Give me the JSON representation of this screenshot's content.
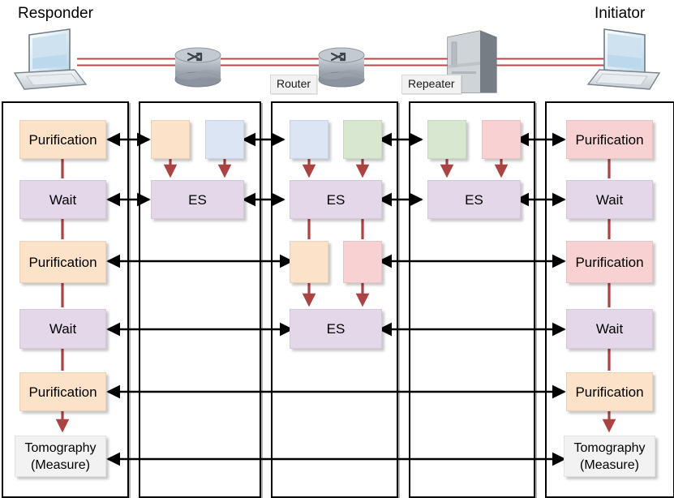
{
  "header": {
    "left_label": "Responder",
    "right_label": "Initiator",
    "node_labels": [
      {
        "name": "router-label",
        "text": "Router"
      },
      {
        "name": "repeater-label",
        "text": "Repeater"
      }
    ],
    "devices": [
      "laptop",
      "router",
      "router",
      "repeater",
      "laptop"
    ]
  },
  "colors": {
    "peach": "#fbe2c8",
    "blue": "#dbe5f4",
    "green": "#d8e8d0",
    "pink": "#f8d2d2",
    "purple": "#e4d7e9",
    "grey": "#f2f2f2",
    "vertical_arrow": "#a94442",
    "horizontal_arrow": "#000000",
    "lane_border": "#000000"
  },
  "lanes": [
    {
      "id": "responder",
      "title": "Responder"
    },
    {
      "id": "router-1",
      "title": "Router"
    },
    {
      "id": "router-2",
      "title": "Router"
    },
    {
      "id": "repeater",
      "title": "Repeater"
    },
    {
      "id": "initiator",
      "title": "Initiator"
    }
  ],
  "nodes": {
    "responder": [
      {
        "name": "purification-1",
        "label": "Purification",
        "color": "peach"
      },
      {
        "name": "wait-1",
        "label": "Wait",
        "color": "purple"
      },
      {
        "name": "purification-2",
        "label": "Purification",
        "color": "peach"
      },
      {
        "name": "wait-2",
        "label": "Wait",
        "color": "purple"
      },
      {
        "name": "purification-3",
        "label": "Purification",
        "color": "peach"
      },
      {
        "name": "tomography",
        "label": "Tomography",
        "sublabel": "(Measure)",
        "color": "grey"
      }
    ],
    "router1": [
      {
        "name": "qubit-peach",
        "label": "",
        "color": "peach"
      },
      {
        "name": "qubit-blue",
        "label": "",
        "color": "blue"
      },
      {
        "name": "entanglement-swap-1",
        "label": "ES",
        "color": "purple"
      }
    ],
    "router2": [
      {
        "name": "qubit-blue",
        "label": "",
        "color": "blue"
      },
      {
        "name": "qubit-green",
        "label": "",
        "color": "green"
      },
      {
        "name": "entanglement-swap-2",
        "label": "ES",
        "color": "purple"
      },
      {
        "name": "qubit-peach",
        "label": "",
        "color": "peach"
      },
      {
        "name": "qubit-pink",
        "label": "",
        "color": "pink"
      },
      {
        "name": "entanglement-swap-3",
        "label": "ES",
        "color": "purple"
      }
    ],
    "repeater": [
      {
        "name": "qubit-green",
        "label": "",
        "color": "green"
      },
      {
        "name": "qubit-pink",
        "label": "",
        "color": "pink"
      },
      {
        "name": "entanglement-swap-4",
        "label": "ES",
        "color": "purple"
      }
    ],
    "initiator": [
      {
        "name": "purification-1",
        "label": "Purification",
        "color": "pink"
      },
      {
        "name": "wait-1",
        "label": "Wait",
        "color": "purple"
      },
      {
        "name": "purification-2",
        "label": "Purification",
        "color": "pink"
      },
      {
        "name": "wait-2",
        "label": "Wait",
        "color": "purple"
      },
      {
        "name": "purification-3",
        "label": "Purification",
        "color": "peach"
      },
      {
        "name": "tomography",
        "label": "Tomography",
        "sublabel": "(Measure)",
        "color": "grey"
      }
    ]
  }
}
